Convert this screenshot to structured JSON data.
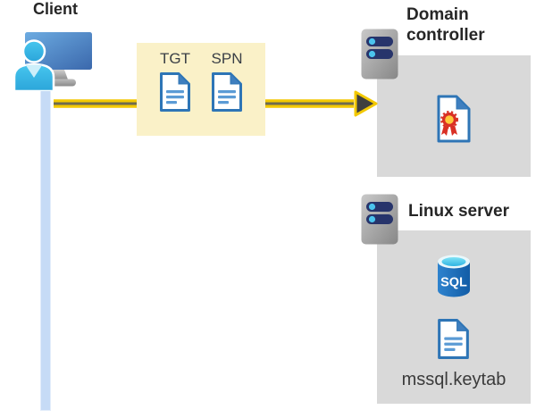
{
  "diagram": {
    "background": "#FFFFFF",
    "client": {
      "title": "Client",
      "icon": "user-at-computer-icon",
      "lifeline_color": "#C6DBF6"
    },
    "ticket_box": {
      "bg_color": "#FAF1C8",
      "tickets": [
        {
          "label": "TGT",
          "icon": "document-icon"
        },
        {
          "label": "SPN",
          "icon": "document-icon"
        }
      ]
    },
    "arrow": {
      "direction": "right",
      "line_color": "#F3C902",
      "core_color": "#6E6B4E",
      "head_color": "#3F3F3F"
    },
    "domain_controller": {
      "title": "Domain controller",
      "icon": "server-icon",
      "panel_color": "#D9D9D9",
      "content_icon": "certificate-icon"
    },
    "linux_server": {
      "title": "Linux server",
      "icon": "server-icon",
      "panel_color": "#D9D9D9",
      "database_label": "SQL",
      "database_icon": "sql-database-icon",
      "keytab_icon": "document-icon",
      "keytab_label": "mssql.keytab"
    }
  }
}
